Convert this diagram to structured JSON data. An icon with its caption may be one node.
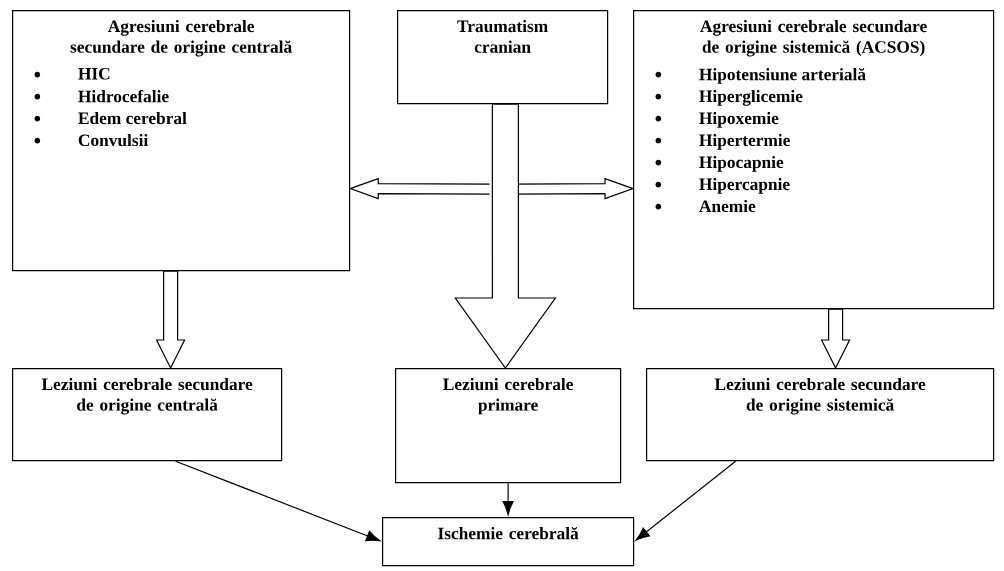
{
  "diagram": {
    "nodes": [
      {
        "text": [
          "Traumatism cranian"
        ]
      },
      {
        "text": [
          "Agresiuni cerebrale secundare de origine centrală",
          "HIC",
          "Hidrocefalie",
          "Edem cerebral",
          "Convulsii"
        ]
      },
      {
        "text": [
          "Agresiuni cerebrale secundare de origine sistemică (ACSOS)",
          "Hipotensiune arterială",
          "Hiperglicemie",
          "Hipoxemie",
          "Hipertermie",
          "Hipocapnie",
          "Hipercapnie",
          "Anemie"
        ]
      },
      {
        "text": [
          "Leziuni cerebrale secundare de origine centrală"
        ]
      },
      {
        "text": [
          "Leziuni cerebrale primare"
        ]
      },
      {
        "text": [
          "Leziuni cerebrale secundare de origine sistemică"
        ]
      },
      {
        "text": [
          "Ischemie cerebrală"
        ]
      }
    ],
    "edges": [
      {
        "from": 0,
        "to": 1,
        "arrow": "to",
        "style": "thick"
      },
      {
        "from": 0,
        "to": 2,
        "arrow": "to",
        "style": "thick"
      },
      {
        "from": 0,
        "to": 4,
        "arrow": "to",
        "style": "thick"
      },
      {
        "from": 1,
        "to": 3,
        "arrow": "to",
        "style": "thick"
      },
      {
        "from": 2,
        "to": 5,
        "arrow": "to",
        "style": "thick"
      },
      {
        "from": 3,
        "to": 6,
        "arrow": "to"
      },
      {
        "from": 4,
        "to": 6,
        "arrow": "to"
      },
      {
        "from": 5,
        "to": 6,
        "arrow": "to"
      }
    ]
  }
}
